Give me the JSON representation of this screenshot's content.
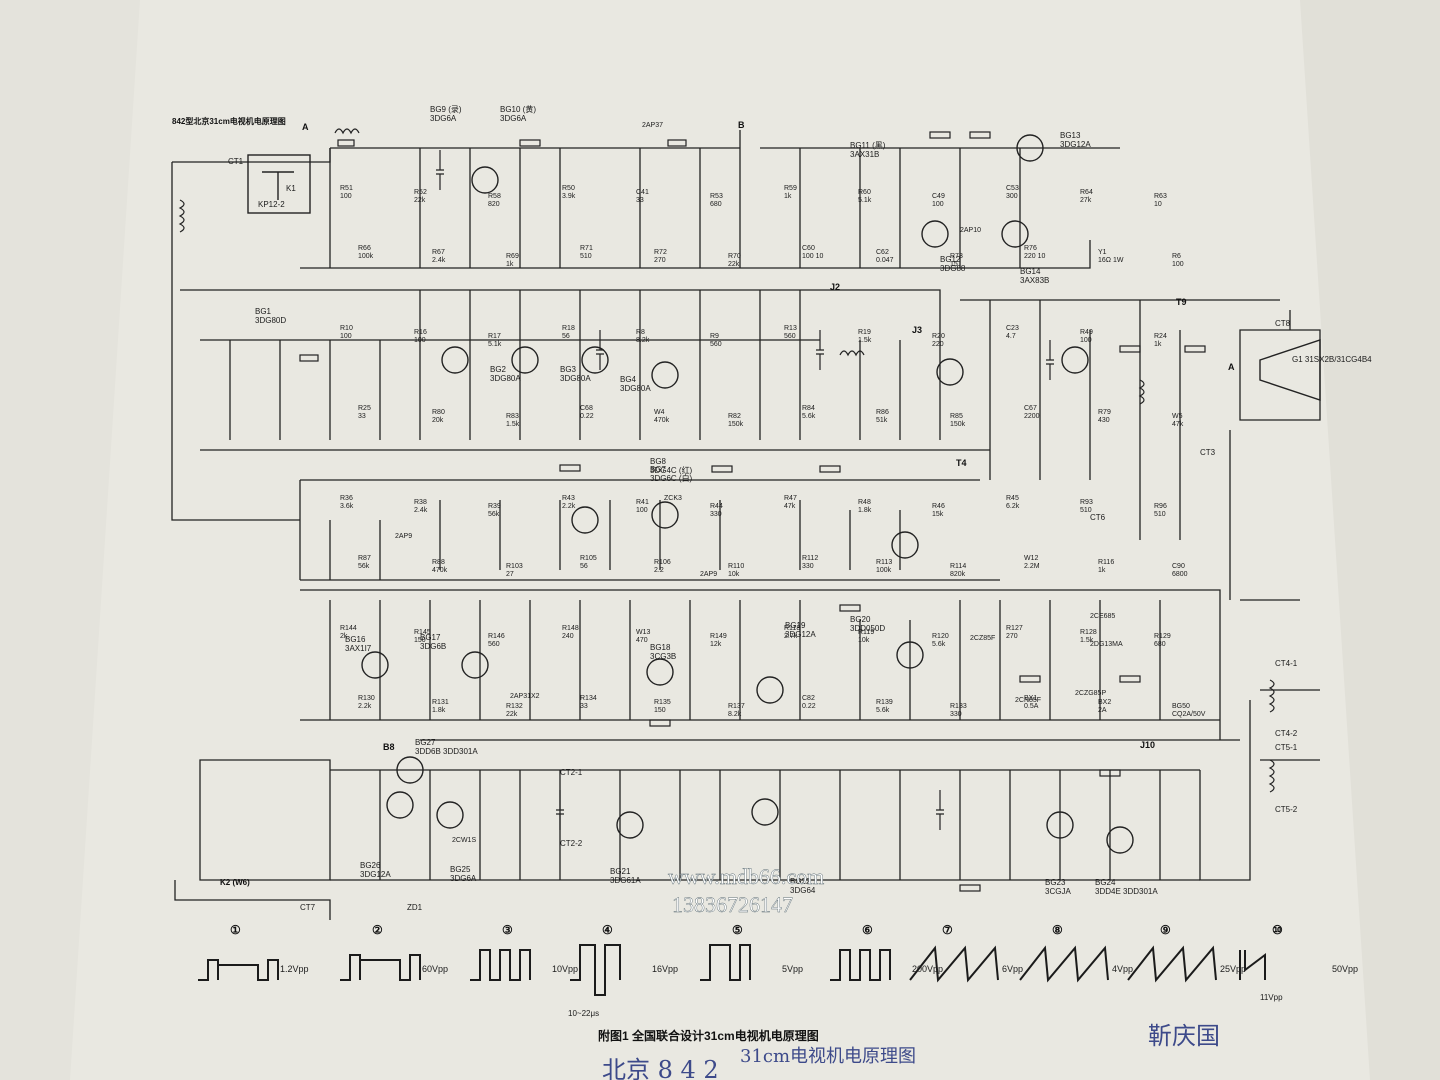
{
  "header": {
    "small_title": "842型北京31cm电视机电原理图"
  },
  "caption": {
    "text": "附图1   全国联合设计31cm电视机电原理图"
  },
  "watermark": {
    "site": "www.mdb66.com",
    "phone": "13836726147"
  },
  "handwriting": {
    "left": "北京 8 4 2",
    "middle": "31cm电视机电原理图",
    "right": "靳庆国"
  },
  "nodes": [
    "A",
    "B",
    "A",
    "T4",
    "J2",
    "J3",
    "J10",
    "T9",
    "B8"
  ],
  "transistors": [
    {
      "ref": "BG9 (录)",
      "part": "3DG6A"
    },
    {
      "ref": "BG10 (黄)",
      "part": "3DG6A"
    },
    {
      "ref": "BG11 (黑)",
      "part": "3AX31B"
    },
    {
      "ref": "BG13",
      "part": "3DG12A"
    },
    {
      "ref": "BG1",
      "part": "3DG80D"
    },
    {
      "ref": "BG2",
      "part": "3DG80A"
    },
    {
      "ref": "BG3",
      "part": "3DG80A"
    },
    {
      "ref": "BG4",
      "part": "3DG80A"
    },
    {
      "ref": "BG8",
      "part": "3DG4C (红)"
    },
    {
      "ref": "BG7",
      "part": "3DG6C (白)"
    },
    {
      "ref": "BG12",
      "part": "3DG88"
    },
    {
      "ref": "BG14",
      "part": "3AX83B"
    },
    {
      "ref": "BG16",
      "part": "3AX1I7"
    },
    {
      "ref": "BG17",
      "part": "3DG6B"
    },
    {
      "ref": "BG18",
      "part": "3CG3B"
    },
    {
      "ref": "BG19",
      "part": "3DG12A"
    },
    {
      "ref": "BG20",
      "part": "3DD050D"
    },
    {
      "ref": "BG21",
      "part": "3DG61A"
    },
    {
      "ref": "BG22",
      "part": "3DG64"
    },
    {
      "ref": "BG23",
      "part": "3CGJA"
    },
    {
      "ref": "BG24",
      "part": "3DD4E 3DD301A"
    },
    {
      "ref": "BG26",
      "part": "3DG12A"
    },
    {
      "ref": "BG25",
      "part": "3DG6A"
    },
    {
      "ref": "BG27",
      "part": "3DD6B 3DD301A"
    }
  ],
  "diodes": [
    "2AP37",
    "2AP9",
    "2AP9",
    "2AP31X2",
    "2CW1S",
    "2CZ85F",
    "2CE685",
    "2CN85F",
    "2DG13MA",
    "2AP10",
    "ZCK3",
    "2CZG85P"
  ],
  "components": [
    {
      "ref": "R51",
      "val": "100"
    },
    {
      "ref": "R52",
      "val": "22k"
    },
    {
      "ref": "R58",
      "val": "820"
    },
    {
      "ref": "R50",
      "val": "3.9k"
    },
    {
      "ref": "C41",
      "val": "33"
    },
    {
      "ref": "R53",
      "val": "680"
    },
    {
      "ref": "R59",
      "val": "1k"
    },
    {
      "ref": "R60",
      "val": "5.1k"
    },
    {
      "ref": "C49",
      "val": "100"
    },
    {
      "ref": "C53",
      "val": "300"
    },
    {
      "ref": "R64",
      "val": "27k"
    },
    {
      "ref": "R63",
      "val": "10"
    },
    {
      "ref": "R66",
      "val": "100k"
    },
    {
      "ref": "R67",
      "val": "2.4k"
    },
    {
      "ref": "R69",
      "val": "1k"
    },
    {
      "ref": "R71",
      "val": "510"
    },
    {
      "ref": "R72",
      "val": "270"
    },
    {
      "ref": "R70",
      "val": "22k"
    },
    {
      "ref": "C60",
      "val": "100 10"
    },
    {
      "ref": "C62",
      "val": "0.047"
    },
    {
      "ref": "R73",
      "val": "15"
    },
    {
      "ref": "R76",
      "val": "220 10"
    },
    {
      "ref": "Y1",
      "val": "16Ω 1W"
    },
    {
      "ref": "R6",
      "val": "100"
    },
    {
      "ref": "R10",
      "val": "100"
    },
    {
      "ref": "R16",
      "val": "100"
    },
    {
      "ref": "R17",
      "val": "5.1k"
    },
    {
      "ref": "R18",
      "val": "56"
    },
    {
      "ref": "R8",
      "val": "8.2k"
    },
    {
      "ref": "R9",
      "val": "560"
    },
    {
      "ref": "R13",
      "val": "560"
    },
    {
      "ref": "R19",
      "val": "1.5k"
    },
    {
      "ref": "R20",
      "val": "220"
    },
    {
      "ref": "C23",
      "val": "4.7"
    },
    {
      "ref": "R49",
      "val": "100"
    },
    {
      "ref": "R24",
      "val": "1k"
    },
    {
      "ref": "R25",
      "val": "33"
    },
    {
      "ref": "R80",
      "val": "20k"
    },
    {
      "ref": "R83",
      "val": "1.5k"
    },
    {
      "ref": "C68",
      "val": "0.22"
    },
    {
      "ref": "W4",
      "val": "470k"
    },
    {
      "ref": "R82",
      "val": "150k"
    },
    {
      "ref": "R84",
      "val": "5.6k"
    },
    {
      "ref": "R86",
      "val": "51k"
    },
    {
      "ref": "R85",
      "val": "150k"
    },
    {
      "ref": "C67",
      "val": "2200"
    },
    {
      "ref": "R79",
      "val": "430"
    },
    {
      "ref": "W5",
      "val": "47k"
    },
    {
      "ref": "R36",
      "val": "3.6k"
    },
    {
      "ref": "R38",
      "val": "2.4k"
    },
    {
      "ref": "R39",
      "val": "56k"
    },
    {
      "ref": "R43",
      "val": "2.2k"
    },
    {
      "ref": "R41",
      "val": "100"
    },
    {
      "ref": "R44",
      "val": "330"
    },
    {
      "ref": "R47",
      "val": "47k"
    },
    {
      "ref": "R48",
      "val": "1.8k"
    },
    {
      "ref": "R46",
      "val": "15k"
    },
    {
      "ref": "R45",
      "val": "6.2k"
    },
    {
      "ref": "R93",
      "val": "510"
    },
    {
      "ref": "R96",
      "val": "510"
    },
    {
      "ref": "R87",
      "val": "56k"
    },
    {
      "ref": "R88",
      "val": "470k"
    },
    {
      "ref": "R103",
      "val": "27"
    },
    {
      "ref": "R105",
      "val": "56"
    },
    {
      "ref": "R106",
      "val": "2.2"
    },
    {
      "ref": "R110",
      "val": "10k"
    },
    {
      "ref": "R112",
      "val": "330"
    },
    {
      "ref": "R113",
      "val": "100k"
    },
    {
      "ref": "R114",
      "val": "820k"
    },
    {
      "ref": "W12",
      "val": "2.2M"
    },
    {
      "ref": "R116",
      "val": "1k"
    },
    {
      "ref": "C90",
      "val": "6800"
    },
    {
      "ref": "R144",
      "val": "2k"
    },
    {
      "ref": "R145",
      "val": "150"
    },
    {
      "ref": "R146",
      "val": "560"
    },
    {
      "ref": "R148",
      "val": "240"
    },
    {
      "ref": "W13",
      "val": "470"
    },
    {
      "ref": "R149",
      "val": "12k"
    },
    {
      "ref": "R118",
      "val": "2.7k"
    },
    {
      "ref": "R119",
      "val": "10k"
    },
    {
      "ref": "R120",
      "val": "5.6k"
    },
    {
      "ref": "R127",
      "val": "270"
    },
    {
      "ref": "R128",
      "val": "1.5k"
    },
    {
      "ref": "R129",
      "val": "680"
    },
    {
      "ref": "R130",
      "val": "2.2k"
    },
    {
      "ref": "R131",
      "val": "1.8k"
    },
    {
      "ref": "R132",
      "val": "22k"
    },
    {
      "ref": "R134",
      "val": "33"
    },
    {
      "ref": "R135",
      "val": "150"
    },
    {
      "ref": "R137",
      "val": "8.2k"
    },
    {
      "ref": "C82",
      "val": "0.22"
    },
    {
      "ref": "R139",
      "val": "5.6k"
    },
    {
      "ref": "R133",
      "val": "330"
    },
    {
      "ref": "BX1",
      "val": "0.5A"
    },
    {
      "ref": "BX2",
      "val": "2A"
    },
    {
      "ref": "BG50",
      "val": "CQ2A/50V"
    }
  ],
  "switches": [
    "K2 (W6)",
    "K1",
    "KP12-2",
    "CT7",
    "CT1",
    "CT8",
    "CT4-1",
    "CT4-2",
    "CT5-1",
    "CT5-2",
    "CT2-1",
    "CT2-2",
    "CT3",
    "CT6",
    "ZD1",
    "G1 31SX2B/31CG4B4"
  ],
  "waveforms": [
    {
      "label": "①",
      "amp": "1.2Vpp"
    },
    {
      "label": "②",
      "amp": "60Vpp"
    },
    {
      "label": "③",
      "amp": "10Vpp"
    },
    {
      "label": "④",
      "amp": "16Vpp",
      "time": "10~22μs"
    },
    {
      "label": "⑤",
      "amp": "5Vpp"
    },
    {
      "label": "⑥",
      "amp": "200Vpp"
    },
    {
      "label": "⑦",
      "amp": "6Vpp"
    },
    {
      "label": "⑧",
      "amp": "4Vpp"
    },
    {
      "label": "⑨",
      "amp": "25Vpp"
    },
    {
      "label": "⑩",
      "amp": "50Vpp",
      "extra": "11Vpp"
    }
  ],
  "colors": {
    "paper": "#ecebe4",
    "ink": "#1b1b1b",
    "background": "#8a9a9c",
    "watermark": "#ffffff",
    "pen": "#3d4a8a"
  }
}
